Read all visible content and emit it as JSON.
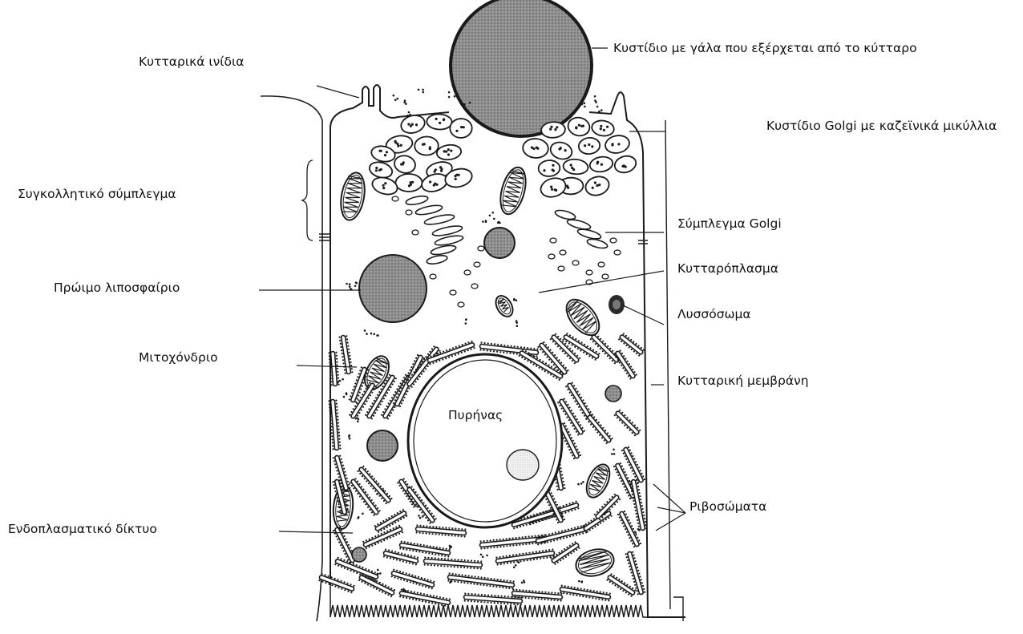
{
  "labels": {
    "microvilli": "Κυτταρικά ινίδια",
    "milk_vesicle": "Κυστίδιο με γάλα που εξέρχεται από το κύτταρο",
    "golgi_vesicle": "Κυστίδιο Golgi με καζεϊνικά μικύλλια",
    "junctional_complex": "Συγκολλητικό σύμπλεγμα",
    "golgi_complex": "Σύμπλεγμα Golgi",
    "cytoplasm": "Κυτταρόπλασμα",
    "early_lipid_droplet": "Πρώιμο λιποσφαίριο",
    "lysosome": "Λυσσόσωμα",
    "mitochondrion": "Μιτοχόνδριο",
    "cell_membrane": "Κυτταρική μεμβράνη",
    "nucleus": "Πυρήνας",
    "ribosomes": "Ριβοσώματα",
    "endoplasmic_reticulum": "Ενδοπλασματικό δίκτυο"
  },
  "colors": {
    "ink": "#1a1a1a",
    "organelle_fill": "#8a8a8a",
    "background": "#ffffff"
  }
}
